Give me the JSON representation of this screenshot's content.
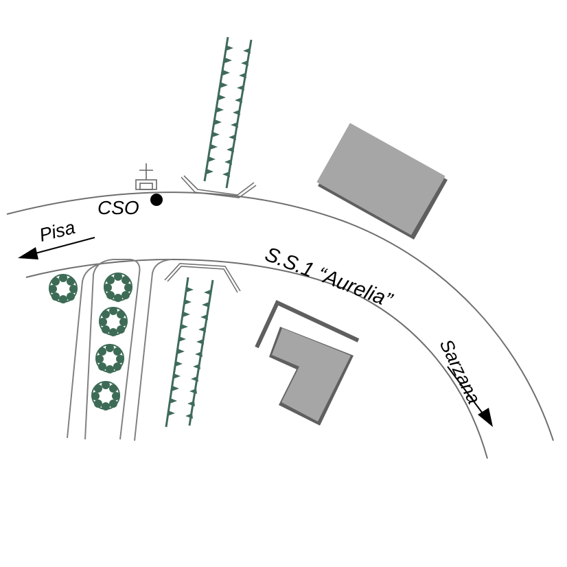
{
  "labels": {
    "cso": "CSO",
    "pisa": "Pisa",
    "road_name": "S.S.1 “Aurelia”",
    "sarzana": "Sarzana"
  },
  "colors": {
    "building_fill": "#a6a6a6",
    "building_shadow": "#5f5f5f",
    "hedge_green": "#3f6a5c",
    "tree_green": "#3d6b56",
    "road_line": "#6e6e6e"
  },
  "icons": {
    "cso_point": "filled-circle-marker",
    "cross": "cross-icon",
    "trees": "tree-icon",
    "direction": "arrow-icon"
  }
}
